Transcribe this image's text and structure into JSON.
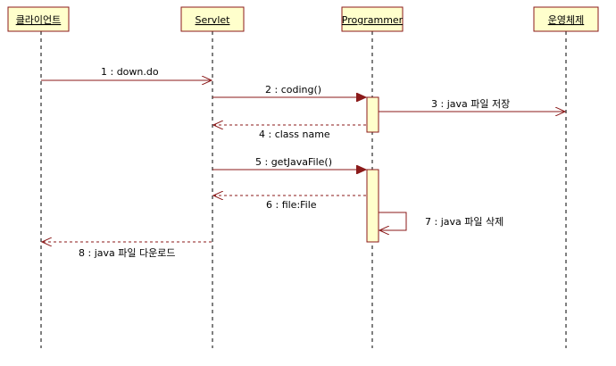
{
  "participants": [
    {
      "id": "client",
      "label": "클라이언트"
    },
    {
      "id": "servlet",
      "label": "Servlet"
    },
    {
      "id": "programmer",
      "label": "Programmer"
    },
    {
      "id": "os",
      "label": "운영체제"
    }
  ],
  "messages": [
    {
      "label": "1 : down.do",
      "from": "client",
      "to": "servlet",
      "kind": "async"
    },
    {
      "label": "2 : coding()",
      "from": "servlet",
      "to": "programmer",
      "kind": "sync"
    },
    {
      "label": "3 : java 파일 저장",
      "from": "programmer",
      "to": "os",
      "kind": "async"
    },
    {
      "label": "4 : class name",
      "from": "programmer",
      "to": "servlet",
      "kind": "return"
    },
    {
      "label": "5 : getJavaFile()",
      "from": "servlet",
      "to": "programmer",
      "kind": "sync"
    },
    {
      "label": "6 : file:File",
      "from": "programmer",
      "to": "servlet",
      "kind": "return"
    },
    {
      "label": "7 : java 파일 삭제",
      "from": "programmer",
      "to": "programmer",
      "kind": "self"
    },
    {
      "label": "8 : java 파일 다운로드",
      "from": "servlet",
      "to": "client",
      "kind": "return"
    }
  ],
  "colors": {
    "box_fill": "#ffffcc",
    "line": "#8b1a1a"
  }
}
